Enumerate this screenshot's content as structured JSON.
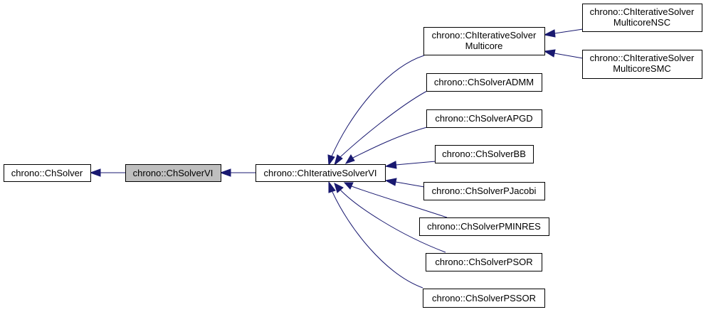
{
  "diagram": {
    "colors": {
      "edge": "#191970",
      "current_fill": "#bfbfbf",
      "box_border": "#000000"
    },
    "nodes": {
      "chsolver": {
        "lines": [
          "chrono::ChSolver"
        ]
      },
      "chsolvervi": {
        "lines": [
          "chrono::ChSolverVI"
        ]
      },
      "chiterativesolvervi": {
        "lines": [
          "chrono::ChIterativeSolverVI"
        ]
      },
      "multicore": {
        "lines": [
          "chrono::ChIterativeSolver",
          "Multicore"
        ]
      },
      "multicorensc": {
        "lines": [
          "chrono::ChIterativeSolver",
          "MulticoreNSC"
        ]
      },
      "multicoresmc": {
        "lines": [
          "chrono::ChIterativeSolver",
          "MulticoreSMC"
        ]
      },
      "admm": {
        "lines": [
          "chrono::ChSolverADMM"
        ]
      },
      "apgd": {
        "lines": [
          "chrono::ChSolverAPGD"
        ]
      },
      "bb": {
        "lines": [
          "chrono::ChSolverBB"
        ]
      },
      "pjacobi": {
        "lines": [
          "chrono::ChSolverPJacobi"
        ]
      },
      "pminres": {
        "lines": [
          "chrono::ChSolverPMINRES"
        ]
      },
      "psor": {
        "lines": [
          "chrono::ChSolverPSOR"
        ]
      },
      "pssor": {
        "lines": [
          "chrono::ChSolverPSSOR"
        ]
      }
    }
  }
}
